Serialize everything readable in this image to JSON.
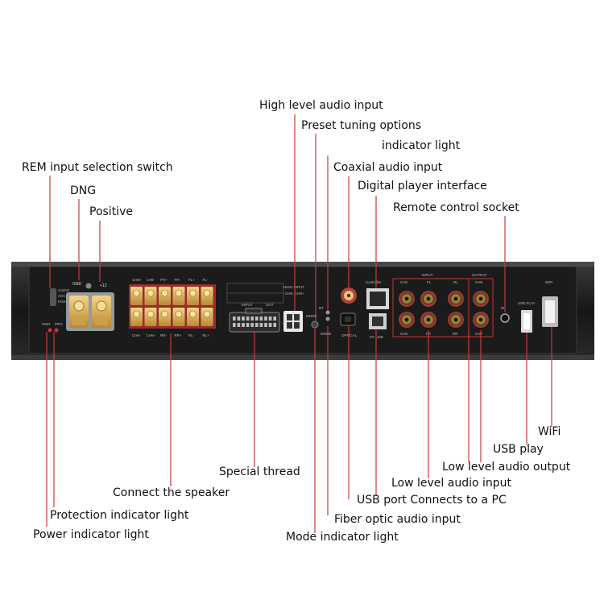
{
  "labels": {
    "high_level_audio_input": "High level audio input",
    "preset_tuning_options": "Preset tuning options",
    "indicator_light": "indicator light",
    "rem_input_selection_switch": "REM input selection switch",
    "coaxial_audio_input": "Coaxial audio input",
    "digital_player_interface": "Digital player interface",
    "dng": "DNG",
    "positive": "Positive",
    "remote_control_socket": "Remote control socket",
    "wifi": "WiFi",
    "usb_play": "USB play",
    "low_level_audio_output": "Low level audio output",
    "special_thread": "Special thread",
    "low_level_audio_input": "Low level audio input",
    "connect_the_speaker": "Connect the speaker",
    "usb_port": "USB port Connects to a PC",
    "protection_indicator_light": "Protection indicator light",
    "fiber_optic_audio_input": "Fiber optic audio input",
    "power_indicator_light": "Power indicator light",
    "mode_indicator_light": "Mode indicator light"
  },
  "panel": {
    "gnd": "GND",
    "plus12": "+12",
    "audio": "AUDIO",
    "acc": "ACC",
    "high": "HIGH",
    "pwr": "PWR",
    "pro": "PRO",
    "top_terminals": [
      "CH8+",
      "CH8-",
      "FR+",
      "FR-",
      "FL+",
      "FL-"
    ],
    "bottom_terminals": [
      "CH6-",
      "CH6+",
      "RR-",
      "RR+",
      "RL-",
      "RL+"
    ],
    "high_input": "HIGH INPUT",
    "ch6_ch8": "CH6- CH8+",
    "in": "INPUT",
    "out": "OUT",
    "bt": "BT",
    "mode": "MODE",
    "optical": "OPTICAL",
    "controller": "Controller",
    "pc_usb": "PC USB",
    "input": "INPUT",
    "output": "OUTPUT",
    "ch6_top": "CH6",
    "fl": "FL",
    "rl": "RL",
    "ch8": "CH8",
    "ch5": "CH5",
    "fr": "FR",
    "rr": "RR",
    "ch7": "CH7",
    "ir": "IR",
    "usb_play": "USB PLAY",
    "wifi": "WIFI"
  },
  "colors": {
    "panel": "#1b1b1b",
    "gold": "#d6ad52",
    "connector_red": "#b3413a",
    "leader": "#c83a3a"
  }
}
